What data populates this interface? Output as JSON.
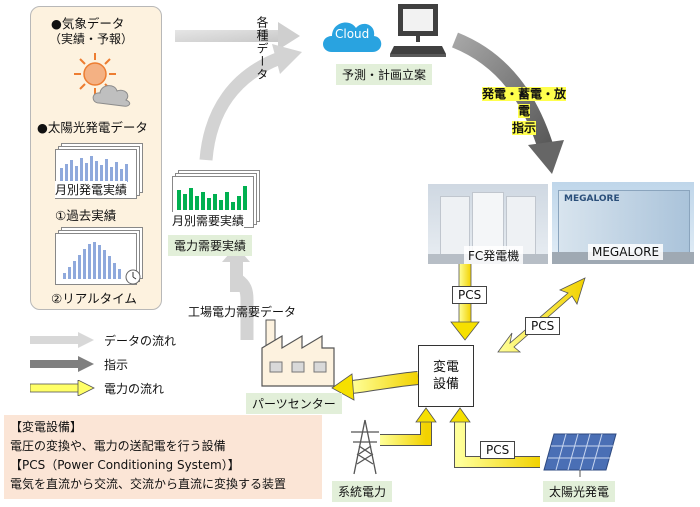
{
  "weather_panel": {
    "weather_title": "●気象データ",
    "weather_sub": "（実績・予報）",
    "solar_title": "●太陽光発電データ",
    "monthly_chart_label": "月別発電実績",
    "past_label": "①過去実績",
    "realtime_label": "②リアルタイム"
  },
  "arrow_label_data": "各種データ",
  "cloud_label": "Cloud",
  "planning_label": "予測・計画立案",
  "instruction_label": "発電・蓄電・放電\n指示",
  "fc_label": "FC発電機",
  "megalore_label": "MEGALORE",
  "megalore_brand": "MEGALORE",
  "demand_chart_label": "月別需要実績",
  "demand_label": "電力需要実績",
  "factory_data_label": "工場電力需要データ",
  "substation_label": "変電\n設備",
  "pcs_labels": [
    "PCS",
    "PCS",
    "PCS"
  ],
  "parts_center_label": "パーツセンター",
  "grid_label": "系統電力",
  "solar_label": "太陽光発電",
  "legend": [
    {
      "label": "データの流れ",
      "color": "#d8d8d8"
    },
    {
      "label": "指示",
      "color": "#7f7f7f"
    },
    {
      "label": "電力の流れ",
      "color": "#ffff66"
    }
  ],
  "notes": [
    "【変電設備】",
    "電圧の変換や、電力の送配電を行う設備",
    "【PCS（Power Conditioning System）】",
    "電気を直流から交流、交流から直流に変換する装置"
  ]
}
